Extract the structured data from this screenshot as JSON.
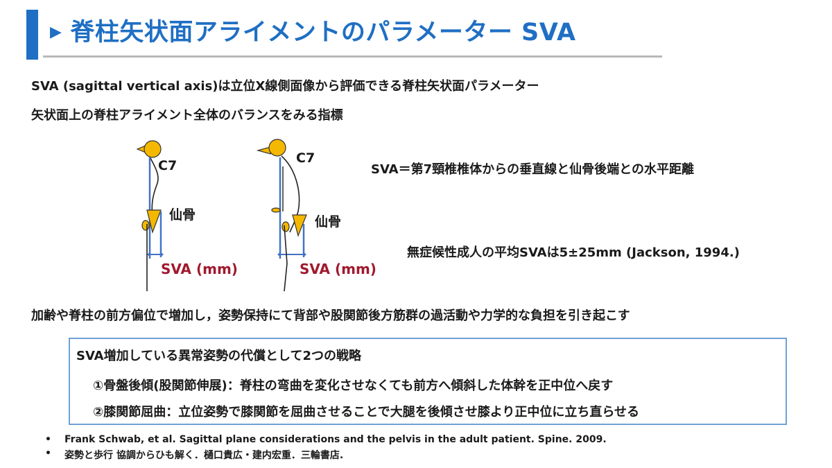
{
  "title": "脊柱矢状面アライメントのパラメーター SVA",
  "title_marker": "▶",
  "intro": {
    "line1": "SVA (sagittal vertical axis)は立位X線側面像から評価できる脊柱矢状面パラメーター",
    "line2": "矢状面上の脊柱アライメント全体のバランスをみる指標"
  },
  "figure": {
    "left": {
      "c7": "C7",
      "sacrum": "仙骨",
      "sva": "SVA (mm)"
    },
    "right": {
      "c7": "C7",
      "sacrum": "仙骨",
      "sva": "SVA (mm)"
    }
  },
  "definition": "SVA＝第7頸椎椎体からの垂直線と仙骨後端との水平距離",
  "normal_value": "無症候性成人の平均SVAは5±25mm (Jackson, 1994.)",
  "consequence": "加齢や脊柱の前方偏位で増加し，姿勢保持にて背部や股関節後方筋群の過活動や力学的な負担を引き起こす",
  "strategy_box": {
    "heading": "SVA増加している異常姿勢の代償として2つの戦略",
    "item1": "①骨盤後傾(股関節伸展)：脊柱の弯曲を変化させなくても前方へ傾斜した体幹を正中位へ戻す",
    "item2": "②膝関節屈曲：立位姿勢で膝関節を屈曲させることで大腿を後傾させ膝より正中位に立ち直らせる"
  },
  "references": {
    "bullet": "•",
    "items": [
      "Frank Schwab, et al. Sagittal plane considerations and the pelvis in the adult patient. Spine. 2009.",
      "姿勢と歩行 協調からひも解く．樋口貴広・建内宏重．三輪書店."
    ]
  },
  "colors": {
    "accent": "#1f6fc4",
    "plumb_line": "#4472c4",
    "head_fill": "#f5b800",
    "sva_text": "#a0192e",
    "box_border": "#6fa0d8"
  }
}
